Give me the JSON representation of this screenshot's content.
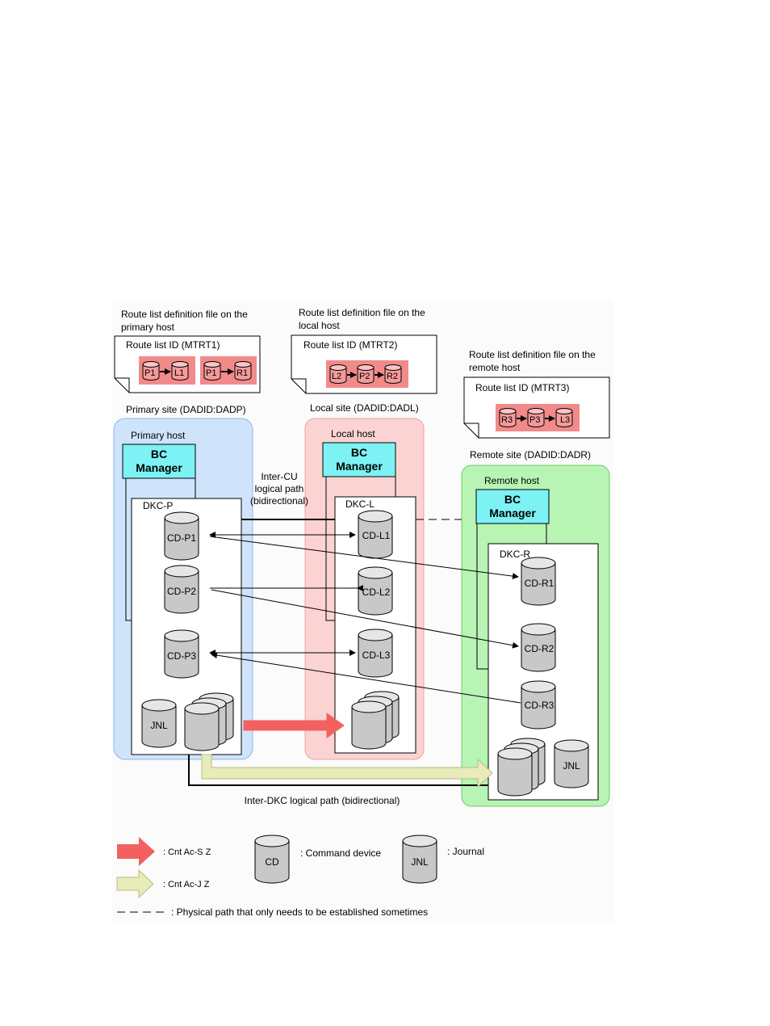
{
  "route_files": [
    {
      "caption_line1": "Route list definition file on the",
      "caption_line2": "primary host",
      "route_id": "Route list ID (MTRT1)",
      "chains": [
        [
          "P1",
          "L1"
        ],
        [
          "P1",
          "R1"
        ]
      ]
    },
    {
      "caption_line1": "Route list definition file on the",
      "caption_line2": "local host",
      "route_id": "Route list ID (MTRT2)",
      "chains": [
        [
          "L2",
          "P2",
          "R2"
        ]
      ]
    },
    {
      "caption_line1": "Route list definition file on the",
      "caption_line2": "remote host",
      "route_id": "Route list ID (MTRT3)",
      "chains": [
        [
          "R3",
          "P3",
          "L3"
        ]
      ]
    }
  ],
  "sites": {
    "primary": {
      "label": "Primary site (DADID:DADP)",
      "host": "Primary host",
      "dkc": "DKC-P",
      "bc1": "BC",
      "bc2": "Manager"
    },
    "local": {
      "label": "Local site (DADID:DADL)",
      "host": "Local host",
      "dkc": "DKC-L",
      "bc1": "BC",
      "bc2": "Manager"
    },
    "remote": {
      "label": "Remote site (DADID:DADR)",
      "host": "Remote host",
      "dkc": "DKC-R",
      "bc1": "BC",
      "bc2": "Manager"
    }
  },
  "devices": {
    "p1": "CD-P1",
    "p2": "CD-P2",
    "p3": "CD-P3",
    "l1": "CD-L1",
    "l2": "CD-L2",
    "l3": "CD-L3",
    "r1": "CD-R1",
    "r2": "CD-R2",
    "r3": "CD-R3",
    "jnl": "JNL"
  },
  "paths": {
    "inter_cu_1": "Inter-CU",
    "inter_cu_2": "logical path",
    "inter_cu_3": "(bidirectional)",
    "inter_dkc": "Inter-DKC logical path (bidirectional)"
  },
  "legend": {
    "sync": ": Cnt Ac-S Z",
    "journal_copy": ": Cnt Ac-J Z",
    "cd_icon": "CD",
    "cd_desc": ": Command device",
    "jnl_icon": "JNL",
    "jnl_desc": ": Journal",
    "dashed": ": Physical path that only needs to be established sometimes"
  },
  "colors": {
    "primary_site": "#cfe4fb",
    "local_site": "#fbd3d3",
    "remote_site": "#b8f4b4",
    "bc_manager": "#7cf2f5",
    "route_chain": "#f28a8a",
    "sync_arrow": "#f26060",
    "journal_arrow": "#e8ebba"
  }
}
